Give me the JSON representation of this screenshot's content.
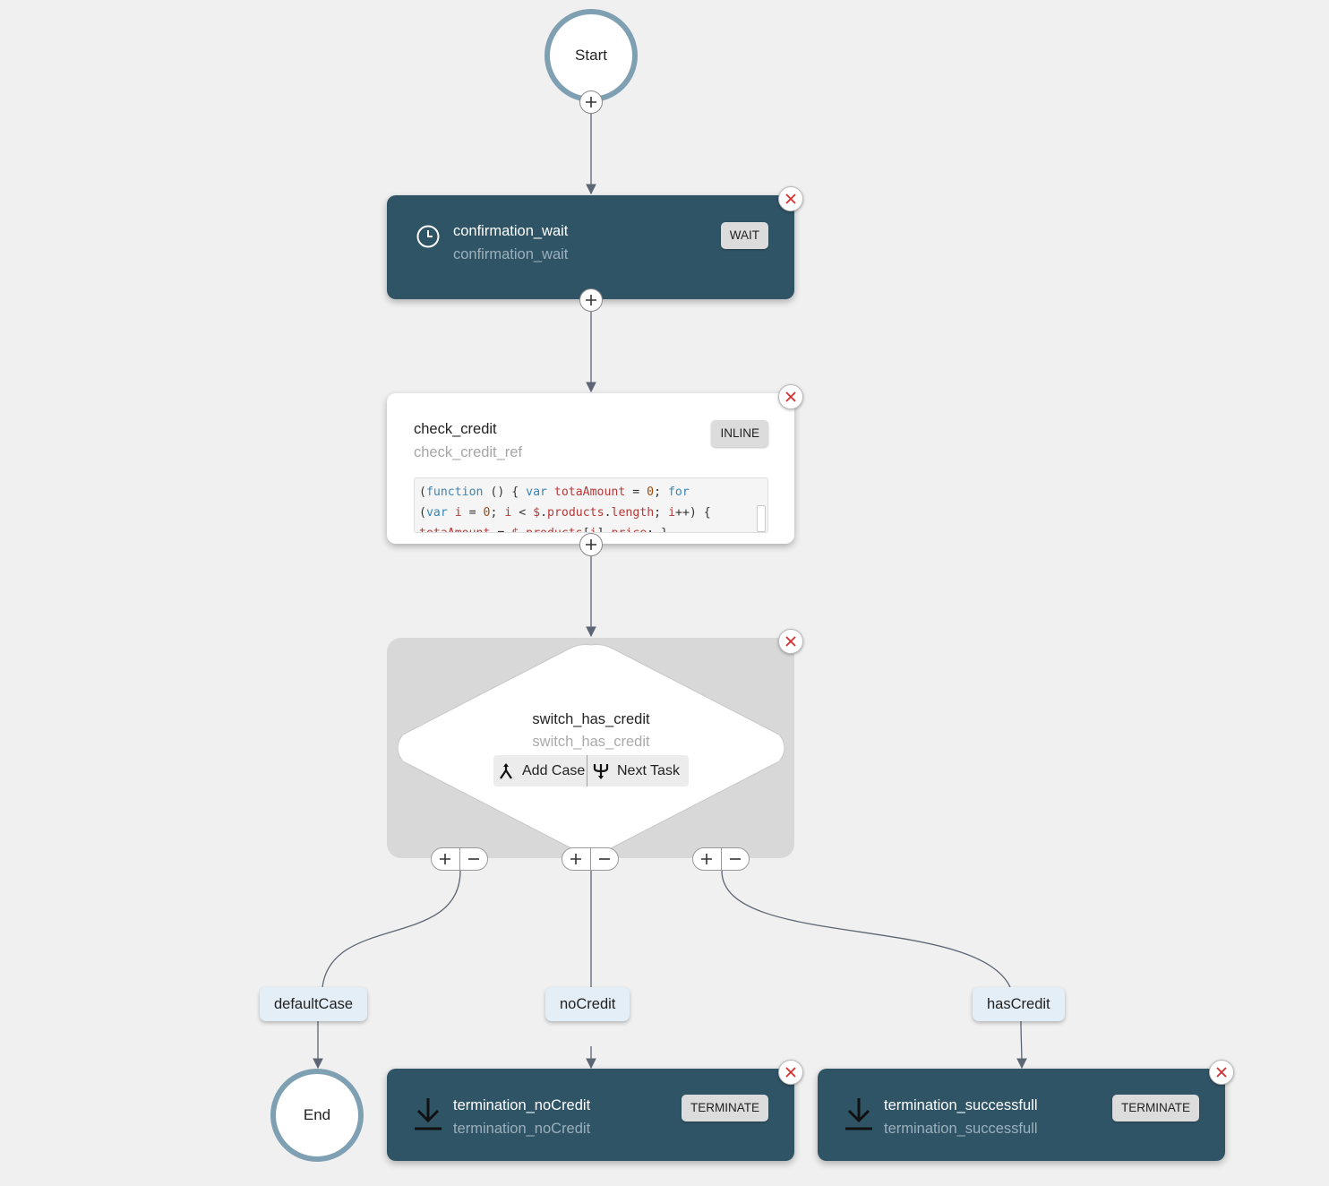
{
  "workflow": {
    "start": {
      "label": "Start"
    },
    "end": {
      "label": "End"
    },
    "tasks": {
      "confirmation_wait": {
        "name": "confirmation_wait",
        "ref": "confirmation_wait",
        "type": "WAIT",
        "icon": "clock-icon"
      },
      "check_credit": {
        "name": "check_credit",
        "ref": "check_credit_ref",
        "type": "INLINE",
        "code": {
          "line1": "(function () { var totaAmount = 0; for",
          "line2": "(var i = 0; i < $.products.length; i++) {",
          "line3": "totaAmount = $.products[i].price; }"
        }
      },
      "switch_has_credit": {
        "name": "switch_has_credit",
        "ref": "switch_has_credit",
        "add_case_label": "Add Case",
        "next_task_label": "Next Task"
      },
      "termination_noCredit": {
        "name": "termination_noCredit",
        "ref": "termination_noCredit",
        "type": "TERMINATE",
        "icon": "download-arrow-icon"
      },
      "termination_successfull": {
        "name": "termination_successfull",
        "ref": "termination_successfull",
        "type": "TERMINATE",
        "icon": "download-arrow-icon"
      }
    },
    "cases": {
      "default": "defaultCase",
      "no_credit": "noCredit",
      "has_credit": "hasCredit"
    }
  },
  "colors": {
    "background": "#f0f0f0",
    "dark_task": "#2f5466",
    "circle_border": "#7fa0b2",
    "case_label": "#e3eef7",
    "delete_x": "#d32f2f",
    "edge": "#5d6675"
  }
}
